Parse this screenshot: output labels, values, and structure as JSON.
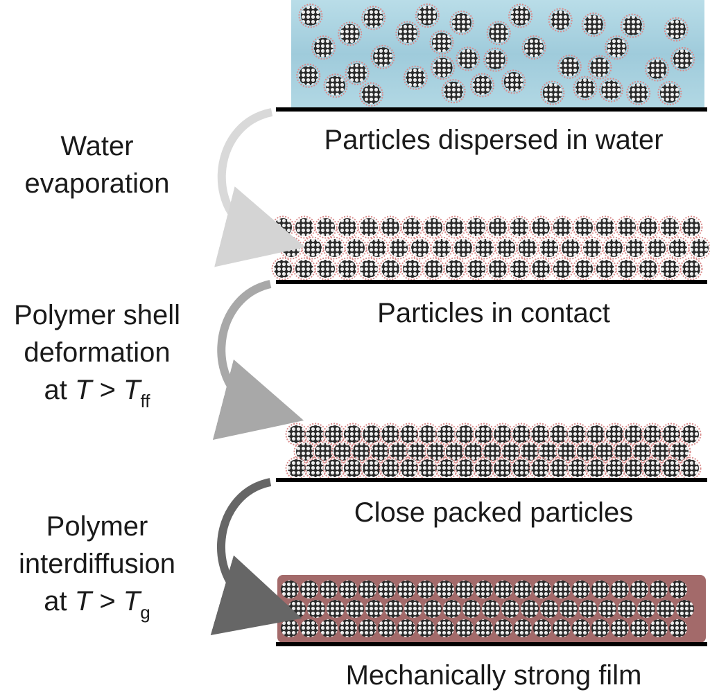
{
  "stages": [
    {
      "id": "dispersed",
      "caption": "Particles dispersed in water",
      "medium": "water"
    },
    {
      "id": "contact",
      "caption": "Particles in contact",
      "medium": "air"
    },
    {
      "id": "packed",
      "caption": "Close packed particles",
      "medium": "air"
    },
    {
      "id": "film",
      "caption": "Mechanically strong film",
      "medium": "polymer"
    }
  ],
  "steps": [
    {
      "id": "evaporation",
      "lines": [
        "Water",
        "evaporation"
      ]
    },
    {
      "id": "deformation",
      "lines": [
        "Polymer shell",
        "deformation"
      ],
      "cond_prefix": "at ",
      "cond_var": "T",
      "cond_op": " > ",
      "cond_sym": "T",
      "cond_sub": "ff"
    },
    {
      "id": "interdiffusion",
      "lines": [
        "Polymer",
        "interdiffusion"
      ],
      "cond_prefix": "at ",
      "cond_var": "T",
      "cond_op": " > ",
      "cond_sym": "T",
      "cond_sub": "g"
    }
  ],
  "colors": {
    "water": "#a9d3e0",
    "shell": "#d98c8c",
    "core_dark": "#2b2b2b",
    "core_light": "#e6e6e6",
    "film_matrix": "#a36a6a",
    "arrow_light": "#cfcfcf",
    "arrow_mid": "#9c9c9c",
    "arrow_dark": "#5e5e5e"
  }
}
